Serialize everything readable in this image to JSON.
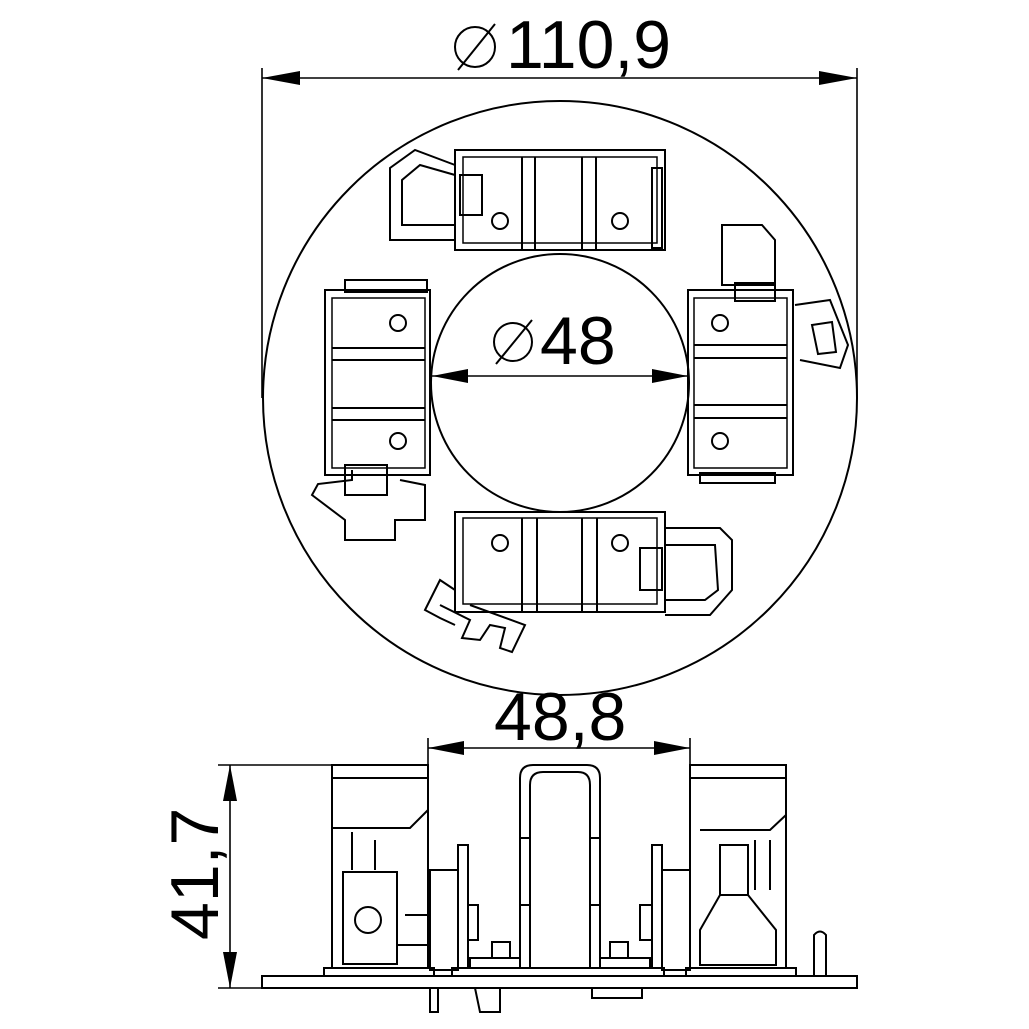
{
  "dimensions": {
    "outer_diameter": "110,9",
    "inner_diameter": "48",
    "bottom_width": "48,8",
    "height": "41,7"
  }
}
